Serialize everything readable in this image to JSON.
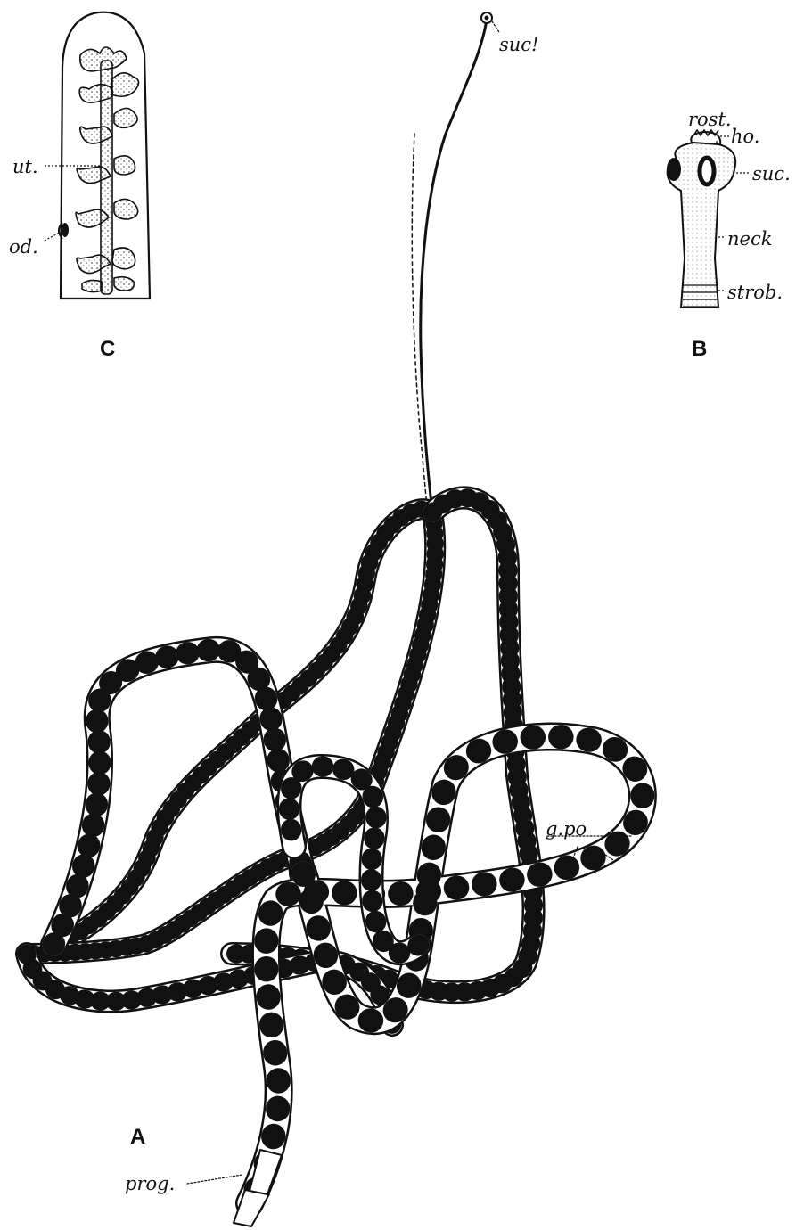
{
  "figure": {
    "panels": {
      "a": "A",
      "b": "B",
      "c": "C"
    },
    "labels": {
      "suc_proglottid": "suc!",
      "rost": "rost.",
      "ho": "ho.",
      "suc": "suc.",
      "neck": "neck",
      "strob": "strob.",
      "ut": "ut.",
      "od": "od.",
      "g_po": "g.po",
      "prog": "prog."
    },
    "ink_color": "#111111",
    "background": "#ffffff"
  }
}
